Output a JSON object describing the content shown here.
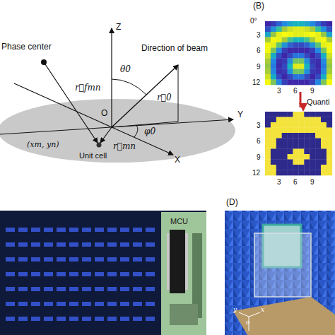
{
  "diagram": {
    "labels": [
      "Phase center",
      "Z",
      "r⃗fmn",
      "θ0",
      "r⃗0",
      "Direction of beam",
      "Y",
      "O",
      "(xm, yn)",
      "r⃗mn",
      "φ0",
      "Unit cell",
      "X",
      "(B)",
      "0°",
      "3",
      "6",
      "9",
      "12",
      "3",
      "6",
      "9",
      "Quanti",
      "3",
      "6",
      "9",
      "12",
      "3",
      "6",
      "9",
      "MCU",
      "(D)",
      "y",
      "o",
      "x"
    ]
  }
}
